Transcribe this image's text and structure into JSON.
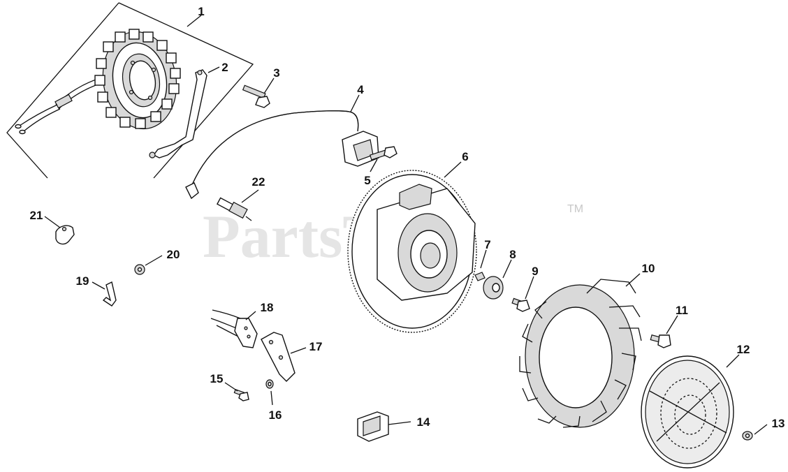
{
  "watermark": "PartsTree",
  "trademark": "TM",
  "callouts": [
    {
      "id": "1",
      "label": "1"
    },
    {
      "id": "2",
      "label": "2"
    },
    {
      "id": "3",
      "label": "3"
    },
    {
      "id": "4",
      "label": "4"
    },
    {
      "id": "5",
      "label": "5"
    },
    {
      "id": "6",
      "label": "6"
    },
    {
      "id": "7",
      "label": "7"
    },
    {
      "id": "8",
      "label": "8"
    },
    {
      "id": "9",
      "label": "9"
    },
    {
      "id": "10",
      "label": "10"
    },
    {
      "id": "11",
      "label": "11"
    },
    {
      "id": "12",
      "label": "12"
    },
    {
      "id": "13",
      "label": "13"
    },
    {
      "id": "14",
      "label": "14"
    },
    {
      "id": "15",
      "label": "15"
    },
    {
      "id": "16",
      "label": "16"
    },
    {
      "id": "17",
      "label": "17"
    },
    {
      "id": "18",
      "label": "18"
    },
    {
      "id": "19",
      "label": "19"
    },
    {
      "id": "20",
      "label": "20"
    },
    {
      "id": "21",
      "label": "21"
    },
    {
      "id": "22",
      "label": "22"
    }
  ]
}
